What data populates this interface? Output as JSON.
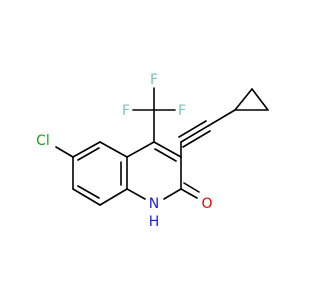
{
  "molecule": {
    "atom_labels": {
      "cl": "Cl",
      "f_top": "F",
      "f_left": "F",
      "f_right": "F",
      "o": "O",
      "nh_n": "N",
      "nh_h": "H"
    },
    "colors": {
      "bond": "#000000",
      "chlorine": "#1fa01f",
      "fluorine": "#7fbfbf",
      "oxygen": "#e00000",
      "nitrogen": "#2020e0"
    }
  }
}
